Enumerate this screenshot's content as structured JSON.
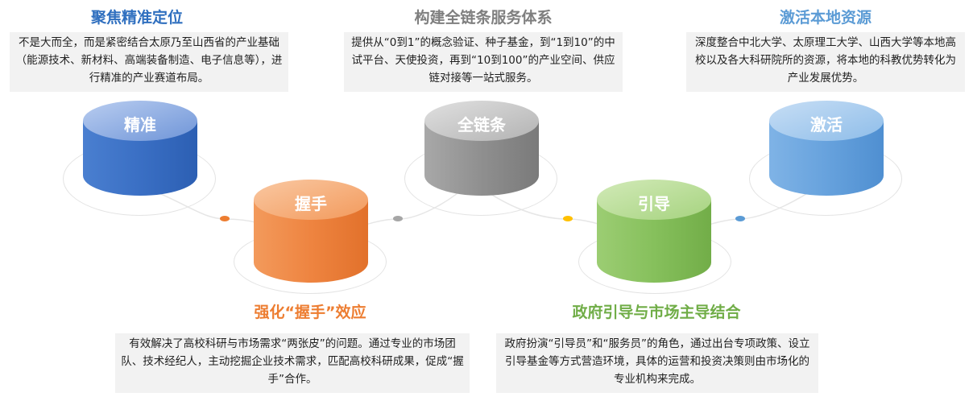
{
  "colors": {
    "blue": "#2f6fbf",
    "gray": "#7f7f7f",
    "orange": "#ed7d31",
    "green": "#70ad47",
    "sky": "#5b9bd5"
  },
  "nodes": [
    {
      "id": "jingzhun",
      "cylinder_label": "精准",
      "title": "聚焦精准定位",
      "description": "不是大而全，而是紧密结合太原乃至山西省的产业基础（能源技术、新材料、高端装备制造、电子信息等），进行精准的产业赛道布局。"
    },
    {
      "id": "quanlian",
      "cylinder_label": "全链条",
      "title": "构建全链条服务体系",
      "description": "提供从“0到1”的概念验证、种子基金，到“1到10”的中试平台、天使投资，再到“10到100”的产业空间、供应链对接等一站式服务。"
    },
    {
      "id": "jihuo",
      "cylinder_label": "激活",
      "title": "激活本地资源",
      "description": "深度整合中北大学、太原理工大学、山西大学等本地高校以及各大科研院所的资源，将本地的科教优势转化为产业发展优势。"
    },
    {
      "id": "woshou",
      "cylinder_label": "握手",
      "title": "强化“握手”效应",
      "description": "有效解决了高校科研与市场需求“两张皮”的问题。通过专业的市场团队、技术经纪人，主动挖掘企业技术需求，匹配高校科研成果，促成“握手”合作。"
    },
    {
      "id": "yindao",
      "cylinder_label": "引导",
      "title": "政府引导与市场主导结合",
      "description": "政府扮演“引导员”和“服务员”的角色，通过出台专项政策、设立引导基金等方式营造环境，具体的运营和投资决策则由市场化的专业机构来完成。"
    }
  ]
}
